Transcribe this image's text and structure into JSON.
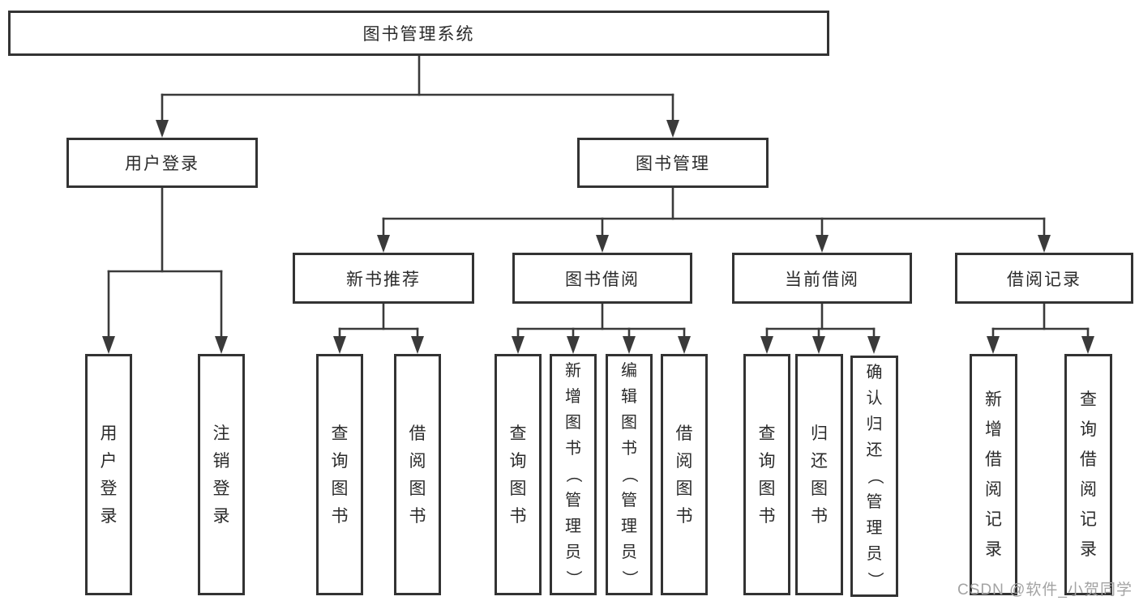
{
  "diagram": {
    "title": "图书管理系统",
    "branches": [
      {
        "label": "用户登录",
        "children": [
          {
            "label": "用户登录"
          },
          {
            "label": "注销登录"
          }
        ]
      },
      {
        "label": "图书管理",
        "children": [
          {
            "label": "新书推荐",
            "children": [
              {
                "label": "查询图书"
              },
              {
                "label": "借阅图书"
              }
            ]
          },
          {
            "label": "图书借阅",
            "children": [
              {
                "label": "查询图书"
              },
              {
                "label": "新增图书（管理员）"
              },
              {
                "label": "编辑图书（管理员）"
              },
              {
                "label": "借阅图书"
              }
            ]
          },
          {
            "label": "当前借阅",
            "children": [
              {
                "label": "查询图书"
              },
              {
                "label": "归还图书"
              },
              {
                "label": "确认归还（管理员）"
              }
            ]
          },
          {
            "label": "借阅记录",
            "children": [
              {
                "label": "新增借阅记录"
              },
              {
                "label": "查询借阅记录"
              }
            ]
          }
        ]
      }
    ]
  },
  "watermark": {
    "text": "CSDN @软件_小贺同学"
  },
  "colors": {
    "line": "#3a3a3a",
    "box_border": "#333333",
    "text": "#2b2b2b",
    "watermark": "#a3a3a3",
    "background": "#ffffff"
  }
}
